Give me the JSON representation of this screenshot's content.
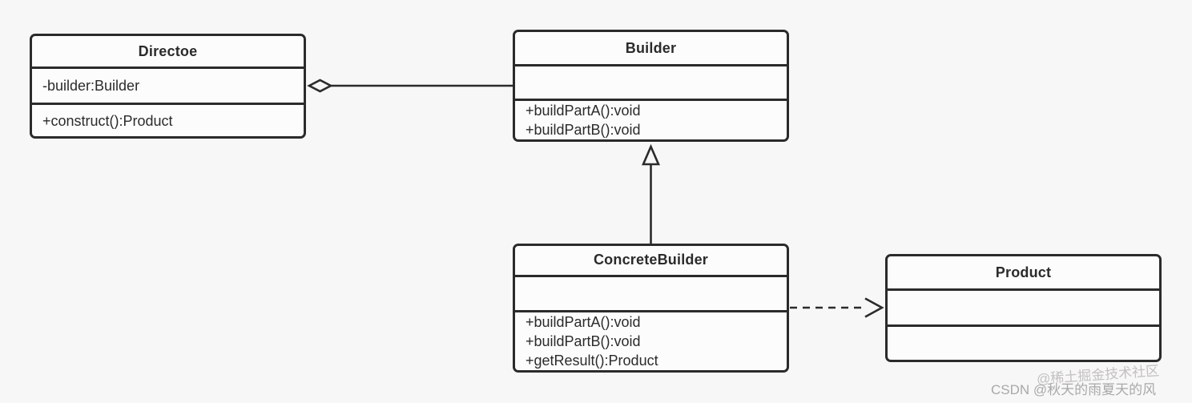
{
  "diagram": {
    "title_note": "Builder design pattern UML class diagram",
    "classes": {
      "directoe": {
        "title": "Directoe",
        "attributes": [
          "-builder:Builder"
        ],
        "methods": [
          "+construct():Product"
        ]
      },
      "builder": {
        "title": "Builder",
        "attributes": [],
        "methods": [
          "+buildPartA():void",
          "+buildPartB():void"
        ]
      },
      "concrete_builder": {
        "title": "ConcreteBuilder",
        "attributes": [],
        "methods": [
          "+buildPartA():void",
          "+buildPartB():void",
          "+getResult():Product"
        ]
      },
      "product": {
        "title": "Product",
        "attributes": [],
        "methods": []
      }
    },
    "relationships": [
      {
        "type": "aggregation",
        "whole": "Directoe",
        "part": "Builder",
        "marker": "hollow-diamond",
        "line": "solid"
      },
      {
        "type": "inheritance",
        "child": "ConcreteBuilder",
        "parent": "Builder",
        "marker": "hollow-triangle",
        "line": "solid"
      },
      {
        "type": "dependency",
        "from": "ConcreteBuilder",
        "to": "Product",
        "marker": "open-arrow",
        "line": "dashed"
      }
    ]
  },
  "watermarks": {
    "csdn": "CSDN @秋天的雨夏天的风",
    "juejin": "@稀土掘金技术社区"
  },
  "colors": {
    "background": "#f7f7f7",
    "box_fill": "#fcfcfc",
    "border": "#2b2b2b",
    "text": "#2b2b2b",
    "watermark_csdn": "#a9a9a9",
    "watermark_juejin": "#c3c0c0"
  }
}
